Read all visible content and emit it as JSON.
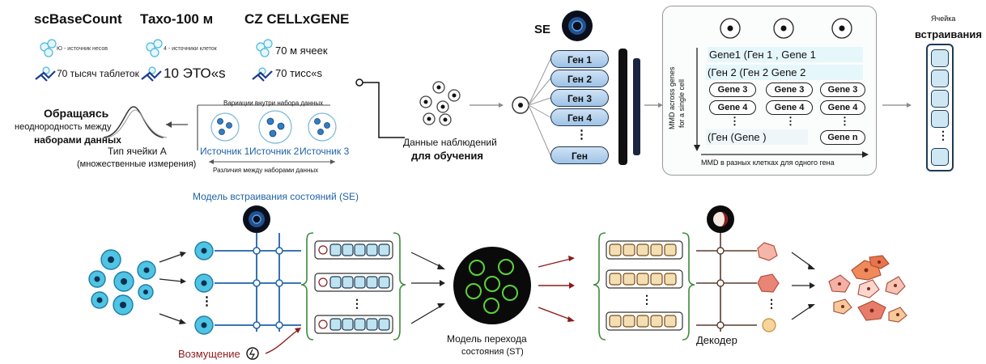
{
  "datasets": {
    "sbc_title": "scBaseCount",
    "sbc_line1": "Ю - источник несов",
    "sbc_line2": "70 тысяч таблеток",
    "tahoe_title": "Тахо-100 м",
    "tahoe_line1": "4 - источники клеток",
    "tahoe_line2": "10 ЭТО«s",
    "cz_title": "CZ CELLxGENE",
    "cz_line1": "70 м ячеек",
    "cz_line2": "70 тисс«s"
  },
  "heterogeneity": {
    "label_line1": "Обращаясь",
    "label_line2": "неоднородность между",
    "label_line3": "наборами данных",
    "celltype_line1": "Тип ячейки А",
    "celltype_line2": "(множественные измерения)",
    "within_label": "Вариации внутри набора данных",
    "source1": "Источник 1",
    "source2": "Источник 2",
    "source3": "Источник 3",
    "between_label": "Различия между наборами данных"
  },
  "training": {
    "label_line1": "Данные наблюдений",
    "label_line2": "для обучения"
  },
  "se_top": {
    "label": "SE",
    "genes": [
      "Ген 1",
      "Ген 2",
      "Ген 3",
      "Ген 4",
      "⋮",
      "Ген"
    ]
  },
  "mmd": {
    "row1": "Gene1 (Ген 1 , Gene 1",
    "row2": "(Ген 2 (Ген 2 Gene 2",
    "row3": [
      "Gene 3",
      "Gene 3",
      "Gene 3"
    ],
    "row4": [
      "Gene 4",
      "Gene 4",
      "Gene 4"
    ],
    "dots": "⋮",
    "rown_left": "(Ген (Gene )",
    "rown_right": "Gene n",
    "vertical_axis_line1": "MMD across genes",
    "vertical_axis_line2": "for a single cell",
    "horizontal_axis": "MMD в разных клетках для одного гена"
  },
  "embedding_cell": {
    "line1": "Ячейка",
    "line2": "встраивания",
    "dots": "⋮"
  },
  "bottom": {
    "se_model_label": "Модель встраивания состояний (SE)",
    "perturbation_label": "Возмущение",
    "st_label_line1": "Модель перехода",
    "st_label_line2": "состояния (ST)",
    "decoder_label": "Декодер",
    "dots": "⋮"
  },
  "colors": {
    "accent_blue": "#1f63a8",
    "perturb_red": "#8b1b1b",
    "st_green": "#5ad33a",
    "gene_fill": "#a9cbe9",
    "emb_fill": "#cde8f3",
    "st_token_fill": "#f3dfb3",
    "cell_cyan": "#4fc4e3",
    "cell_pink": "#e89080",
    "cell_orange": "#f0a060"
  }
}
